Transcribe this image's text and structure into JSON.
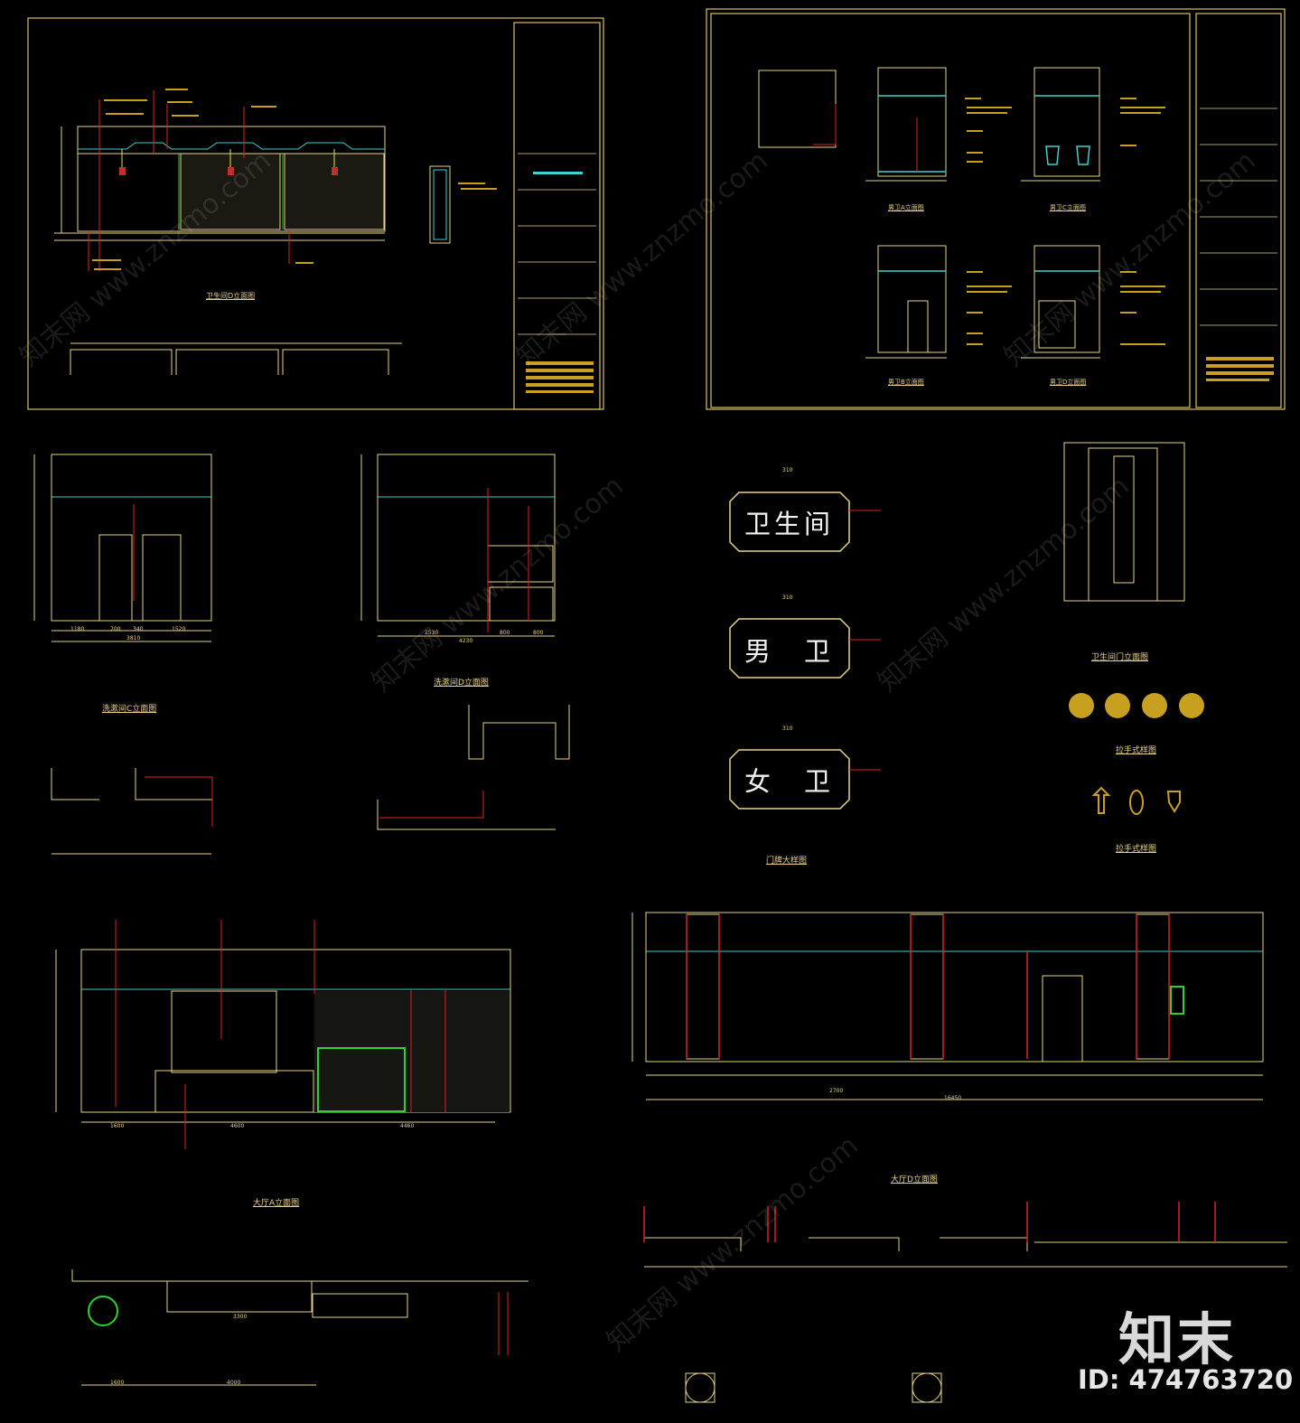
{
  "titles": {
    "t1": "卫生间D立面图",
    "t2": "男卫A立面图",
    "t3": "男卫C立面图",
    "t4": "男卫B立面图",
    "t5": "男卫D立面图",
    "t6": "洗漱间C立面图",
    "t7": "洗漱间D立面图",
    "t8": "门牌大样图",
    "t9": "卫生间门立面图",
    "t10": "拉手式样图",
    "t11": "拉手式样图",
    "t12": "大厅A立面图",
    "t13": "大厅D立面图"
  },
  "signs": {
    "s1": "卫生间",
    "s2": "男　卫",
    "s3": "女　卫"
  },
  "dims": {
    "d1": "1180",
    "d2": "700",
    "d3": "340",
    "d4": "1520",
    "d5": "3810",
    "d6": "2530",
    "d7": "800",
    "d8": "800",
    "d9": "4230",
    "d10": "1600",
    "d11": "4600",
    "d12": "4460",
    "d13": "2700",
    "d14": "16450",
    "d15": "3300",
    "d16": "4000",
    "d17": "1600",
    "d18": "310",
    "d19": "310",
    "d20": "310"
  },
  "watermarks": {
    "w1": "知末网 www.znzmo.com",
    "w2": "知末网 www.znzmo.com",
    "w3": "知末网 www.znzmo.com",
    "w4": "知末网 www.znzmo.com",
    "w5": "知末网 www.znzmo.com",
    "w6": "知末网 www.znzmo.com"
  },
  "brand": {
    "name": "知末",
    "id": "ID: 474763720"
  },
  "colors": {
    "line": "#e8d28a",
    "frame": "#d8c060",
    "red": "#e02020",
    "cyan": "#40d0d0",
    "green": "#30d030",
    "yellow": "#f0e040"
  }
}
